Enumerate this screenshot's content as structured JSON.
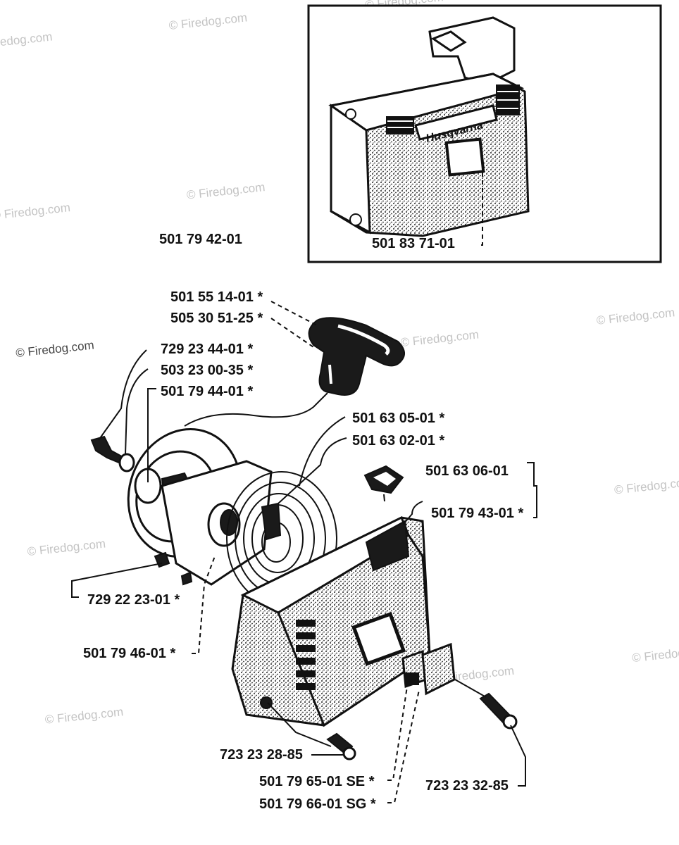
{
  "watermark": "© Firedog.com",
  "brand_logo": "Husqvarna",
  "inset_label": "501 83 71-01",
  "assembly_label": "501 79 42-01",
  "parts": [
    {
      "id": "p1",
      "number": "501 55 14-01",
      "mark": "*"
    },
    {
      "id": "p2",
      "number": "505 30 51-25",
      "mark": "*"
    },
    {
      "id": "p3",
      "number": "729 23 44-01",
      "mark": "*"
    },
    {
      "id": "p4",
      "number": "503 23 00-35",
      "mark": "*"
    },
    {
      "id": "p5",
      "number": "501 79 44-01",
      "mark": "*"
    },
    {
      "id": "p6",
      "number": "501 63 05-01",
      "mark": "*"
    },
    {
      "id": "p7",
      "number": "501 63 02-01",
      "mark": "*"
    },
    {
      "id": "p8",
      "number": "501 63 06-01",
      "mark": ""
    },
    {
      "id": "p9",
      "number": "501 79 43-01",
      "mark": "*"
    },
    {
      "id": "p10",
      "number": "729 22 23-01",
      "mark": "*"
    },
    {
      "id": "p11",
      "number": "501 79 46-01",
      "mark": "*"
    },
    {
      "id": "p12",
      "number": "723 23 28-85",
      "mark": ""
    },
    {
      "id": "p13",
      "number": "501 79 65-01 SE",
      "mark": "*"
    },
    {
      "id": "p14",
      "number": "501 79 66-01 SG",
      "mark": "*"
    },
    {
      "id": "p15",
      "number": "723 23 32-85",
      "mark": ""
    }
  ]
}
